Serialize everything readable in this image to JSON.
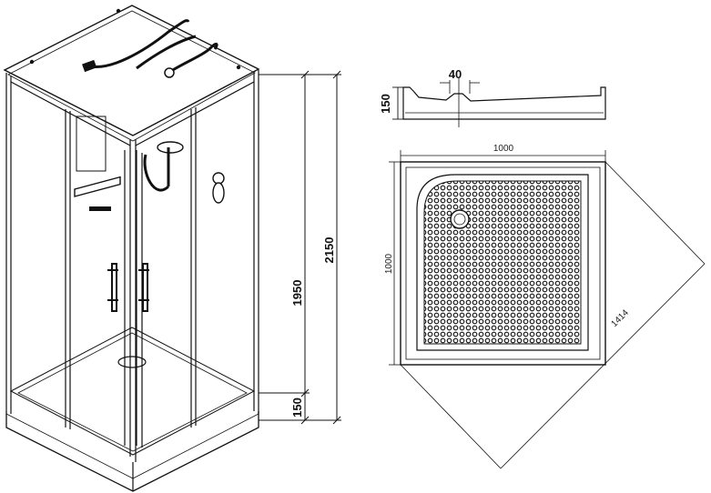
{
  "dimensions": {
    "total_height": "2150",
    "cabin_height": "1950",
    "tray_height": "150",
    "tray_profile_height": "150",
    "drain_offset": "40",
    "tray_width": "1000",
    "tray_depth": "1000",
    "tray_diagonal": "1414"
  },
  "icons": {
    "shower_head": "shower-head-icon",
    "mixer": "mixer-valve-icon",
    "drain": "drain-icon",
    "shelf": "shelf-icon",
    "handle": "door-handle-icon"
  },
  "colors": {
    "line": "#111111",
    "background": "#ffffff"
  }
}
